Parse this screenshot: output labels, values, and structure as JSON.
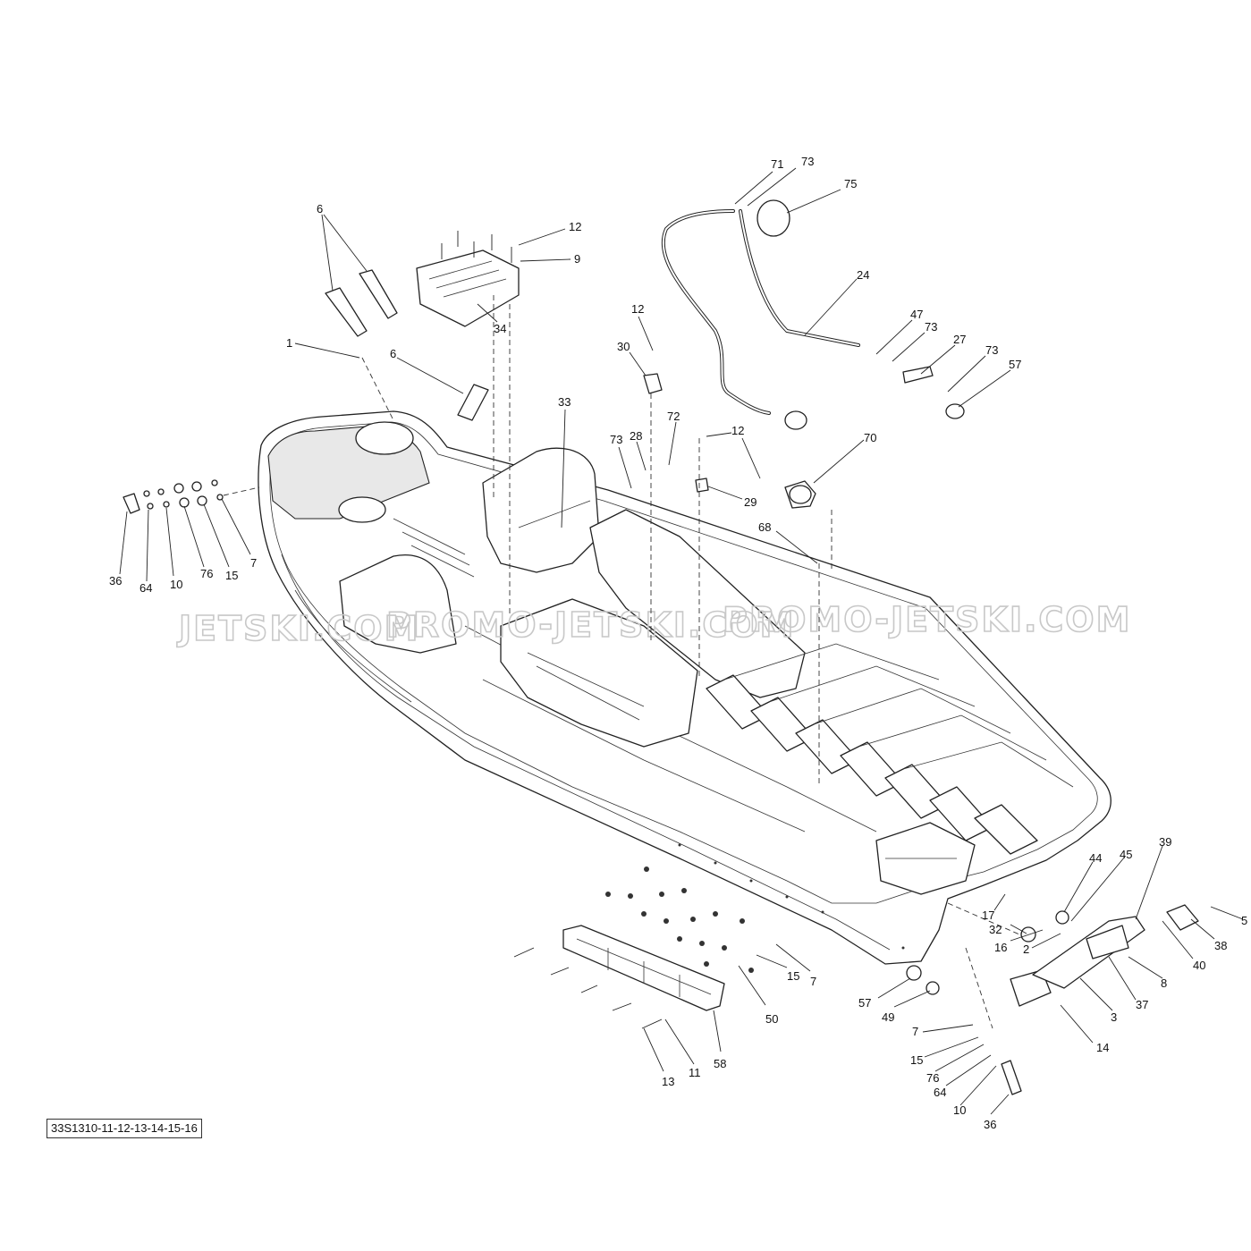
{
  "watermark": {
    "left": "JETSKI.COM",
    "middle": "PROMO-JETSKI.COM",
    "right": "PROMO-JETSKI.COM"
  },
  "reference_code": "33S1310-11-12-13-14-15-16",
  "callouts": {
    "c71": "71",
    "c73a": "73",
    "c75": "75",
    "c12a": "12",
    "c9": "9",
    "c6a": "6",
    "c34": "34",
    "c24": "24",
    "c47": "47",
    "c73b": "73",
    "c27": "27",
    "c73c": "73",
    "c57a": "57",
    "c1": "1",
    "c6b": "6",
    "c12b": "12",
    "c30": "30",
    "c33": "33",
    "c72": "72",
    "c73d": "73",
    "c28": "28",
    "c12c": "12",
    "c70": "70",
    "c29": "29",
    "c68": "68",
    "c36a": "36",
    "c64a": "64",
    "c10a": "10",
    "c76a": "76",
    "c15a": "15",
    "c7a": "7",
    "c39": "39",
    "c44": "44",
    "c45": "45",
    "c17": "17",
    "c32": "32",
    "c16": "16",
    "c2": "2",
    "c5": "5",
    "c38": "38",
    "c40": "40",
    "c8": "8",
    "c37": "37",
    "c3": "3",
    "c14": "14",
    "c57b": "57",
    "c49": "49",
    "c7b": "7",
    "c15b": "15",
    "c76b": "76",
    "c64b": "64",
    "c10b": "10",
    "c36b": "36",
    "c7c": "7",
    "c15c": "15",
    "c50": "50",
    "c58": "58",
    "c11": "11",
    "c13": "13"
  }
}
